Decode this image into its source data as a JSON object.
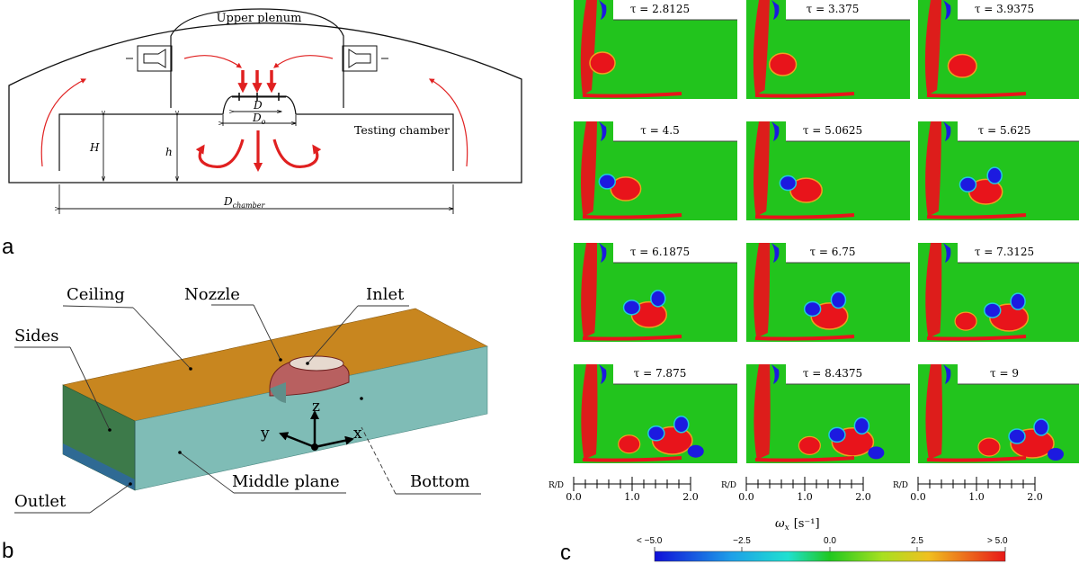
{
  "panel_letters": {
    "a": "a",
    "b": "b",
    "c": "c"
  },
  "panel_a": {
    "upper_plenum": "Upper plenum",
    "testing_chamber": "Testing chamber",
    "label_D": "D",
    "label_Do": "D",
    "label_Do_sub": "o",
    "label_H": "H",
    "label_h": "h",
    "label_Dchamber": "D",
    "label_Dchamber_sub": "chamber"
  },
  "panel_b": {
    "ceiling": "Ceiling",
    "nozzle": "Nozzle",
    "inlet": "Inlet",
    "sides": "Sides",
    "outlet": "Outlet",
    "middle_plane": "Middle plane",
    "bottom": "Bottom",
    "axis_z": "z",
    "axis_y": "y",
    "axis_x": "x",
    "colors": {
      "ceiling": "#c8861f",
      "side_front": "#7fbcb6",
      "side_left": "#3d7a4a",
      "outlet": "#2f6a94"
    }
  },
  "panel_c": {
    "frames": [
      {
        "tau": "τ = 2.8125"
      },
      {
        "tau": "τ = 3.375"
      },
      {
        "tau": "τ = 3.9375"
      },
      {
        "tau": "τ = 4.5"
      },
      {
        "tau": "τ = 5.0625"
      },
      {
        "tau": "τ = 5.625"
      },
      {
        "tau": "τ = 6.1875"
      },
      {
        "tau": "τ = 6.75"
      },
      {
        "tau": "τ = 7.3125"
      },
      {
        "tau": "τ = 7.875"
      },
      {
        "tau": "τ = 8.4375"
      },
      {
        "tau": "τ = 9"
      }
    ],
    "scale_bar": {
      "label": "R/D",
      "ticks": [
        "0.0",
        "1.0",
        "2.0"
      ]
    },
    "colorbar": {
      "title": "ω",
      "title_sub": "x",
      "title_unit": "[s⁻¹]",
      "ticks": [
        "< −5.0",
        "−2.5",
        "0.0",
        "2.5",
        "> 5.0"
      ]
    },
    "colors": {
      "background": "#22c41d",
      "positive": "#e8141b",
      "negative": "#1c1ae0"
    }
  }
}
